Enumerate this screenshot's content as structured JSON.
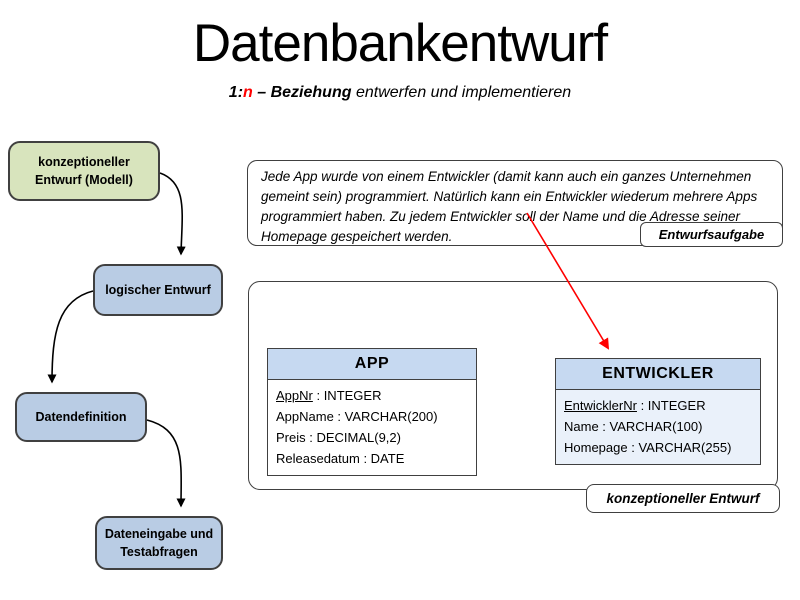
{
  "slide": {
    "title": "Datenbankentwurf",
    "subtitle": {
      "bold_prefix": "1:",
      "red_n": "n",
      "bold_rest": " – Beziehung",
      "italic_rest": " entwerfen und implementieren"
    }
  },
  "flowchart": {
    "steps": [
      {
        "line1": "konzeptioneller",
        "line2": "Entwurf (Modell)"
      },
      {
        "line1": "logischer Entwurf",
        "line2": ""
      },
      {
        "line1": "Datendefinition",
        "line2": ""
      },
      {
        "line1": "Dateneingabe und",
        "line2": "Testabfragen"
      }
    ]
  },
  "note": {
    "text": "Jede App wurde von einem Entwickler (damit kann auch ein ganzes Unternehmen gemeint sein) programmiert. Natürlich kann ein Entwickler wiederum mehrere Apps programmiert haben. Zu jedem Entwickler soll der Name und die Adresse seiner Homepage gespeichert werden.",
    "badge": "Entwurfsaufgabe"
  },
  "diagram": {
    "frame_badge": "konzeptioneller Entwurf",
    "tables": [
      {
        "title": "APP",
        "rows": [
          {
            "name": "AppNr",
            "type": " : INTEGER",
            "primary_key": true
          },
          {
            "name": "AppName",
            "type": " : VARCHAR(200)",
            "primary_key": false
          },
          {
            "name": "Preis",
            "type": " : DECIMAL(9,2)",
            "primary_key": false
          },
          {
            "name": "Releasedatum",
            "type": " : DATE",
            "primary_key": false
          }
        ]
      },
      {
        "title": "ENTWICKLER",
        "rows": [
          {
            "name": "EntwicklerNr",
            "type": " : INTEGER",
            "primary_key": true
          },
          {
            "name": "Name",
            "type": " : VARCHAR(100)",
            "primary_key": false
          },
          {
            "name": "Homepage",
            "type": " : VARCHAR(255)",
            "primary_key": false
          }
        ]
      }
    ]
  },
  "colors": {
    "step_green_fill": "#d8e4bd",
    "step_blue_fill": "#b9cce4",
    "table_header_fill": "#c6d9f1",
    "table_body_tint": "#eaf1fa",
    "highlight_red": "#ff0000",
    "border_dark": "#404040"
  }
}
